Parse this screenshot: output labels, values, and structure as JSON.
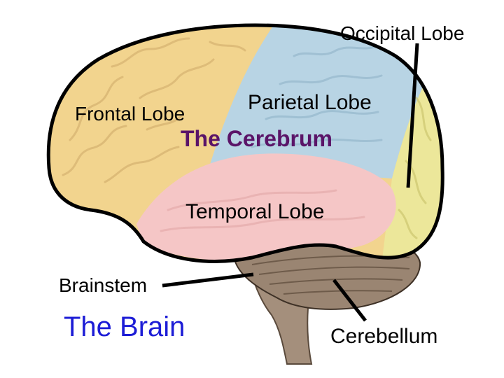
{
  "labels": {
    "occipital": "Occipital Lobe",
    "parietal": "Parietal Lobe",
    "frontal": "Frontal Lobe",
    "cerebrum": "The Cerebrum",
    "temporal": "Temporal Lobe",
    "brainstem": "Brainstem",
    "brain": "The Brain",
    "cerebellum": "Cerebellum"
  },
  "colors": {
    "frontal": "#f2d48e",
    "parietal": "#b8d4e4",
    "occipital": "#ece79a",
    "temporal": "#f5c6c6",
    "cerebellum": "#9a8572",
    "brainstem": "#a48f7c",
    "outline": "#000000",
    "cerebrum_title": "#5a1468",
    "brain_title": "#1c1cd6"
  }
}
